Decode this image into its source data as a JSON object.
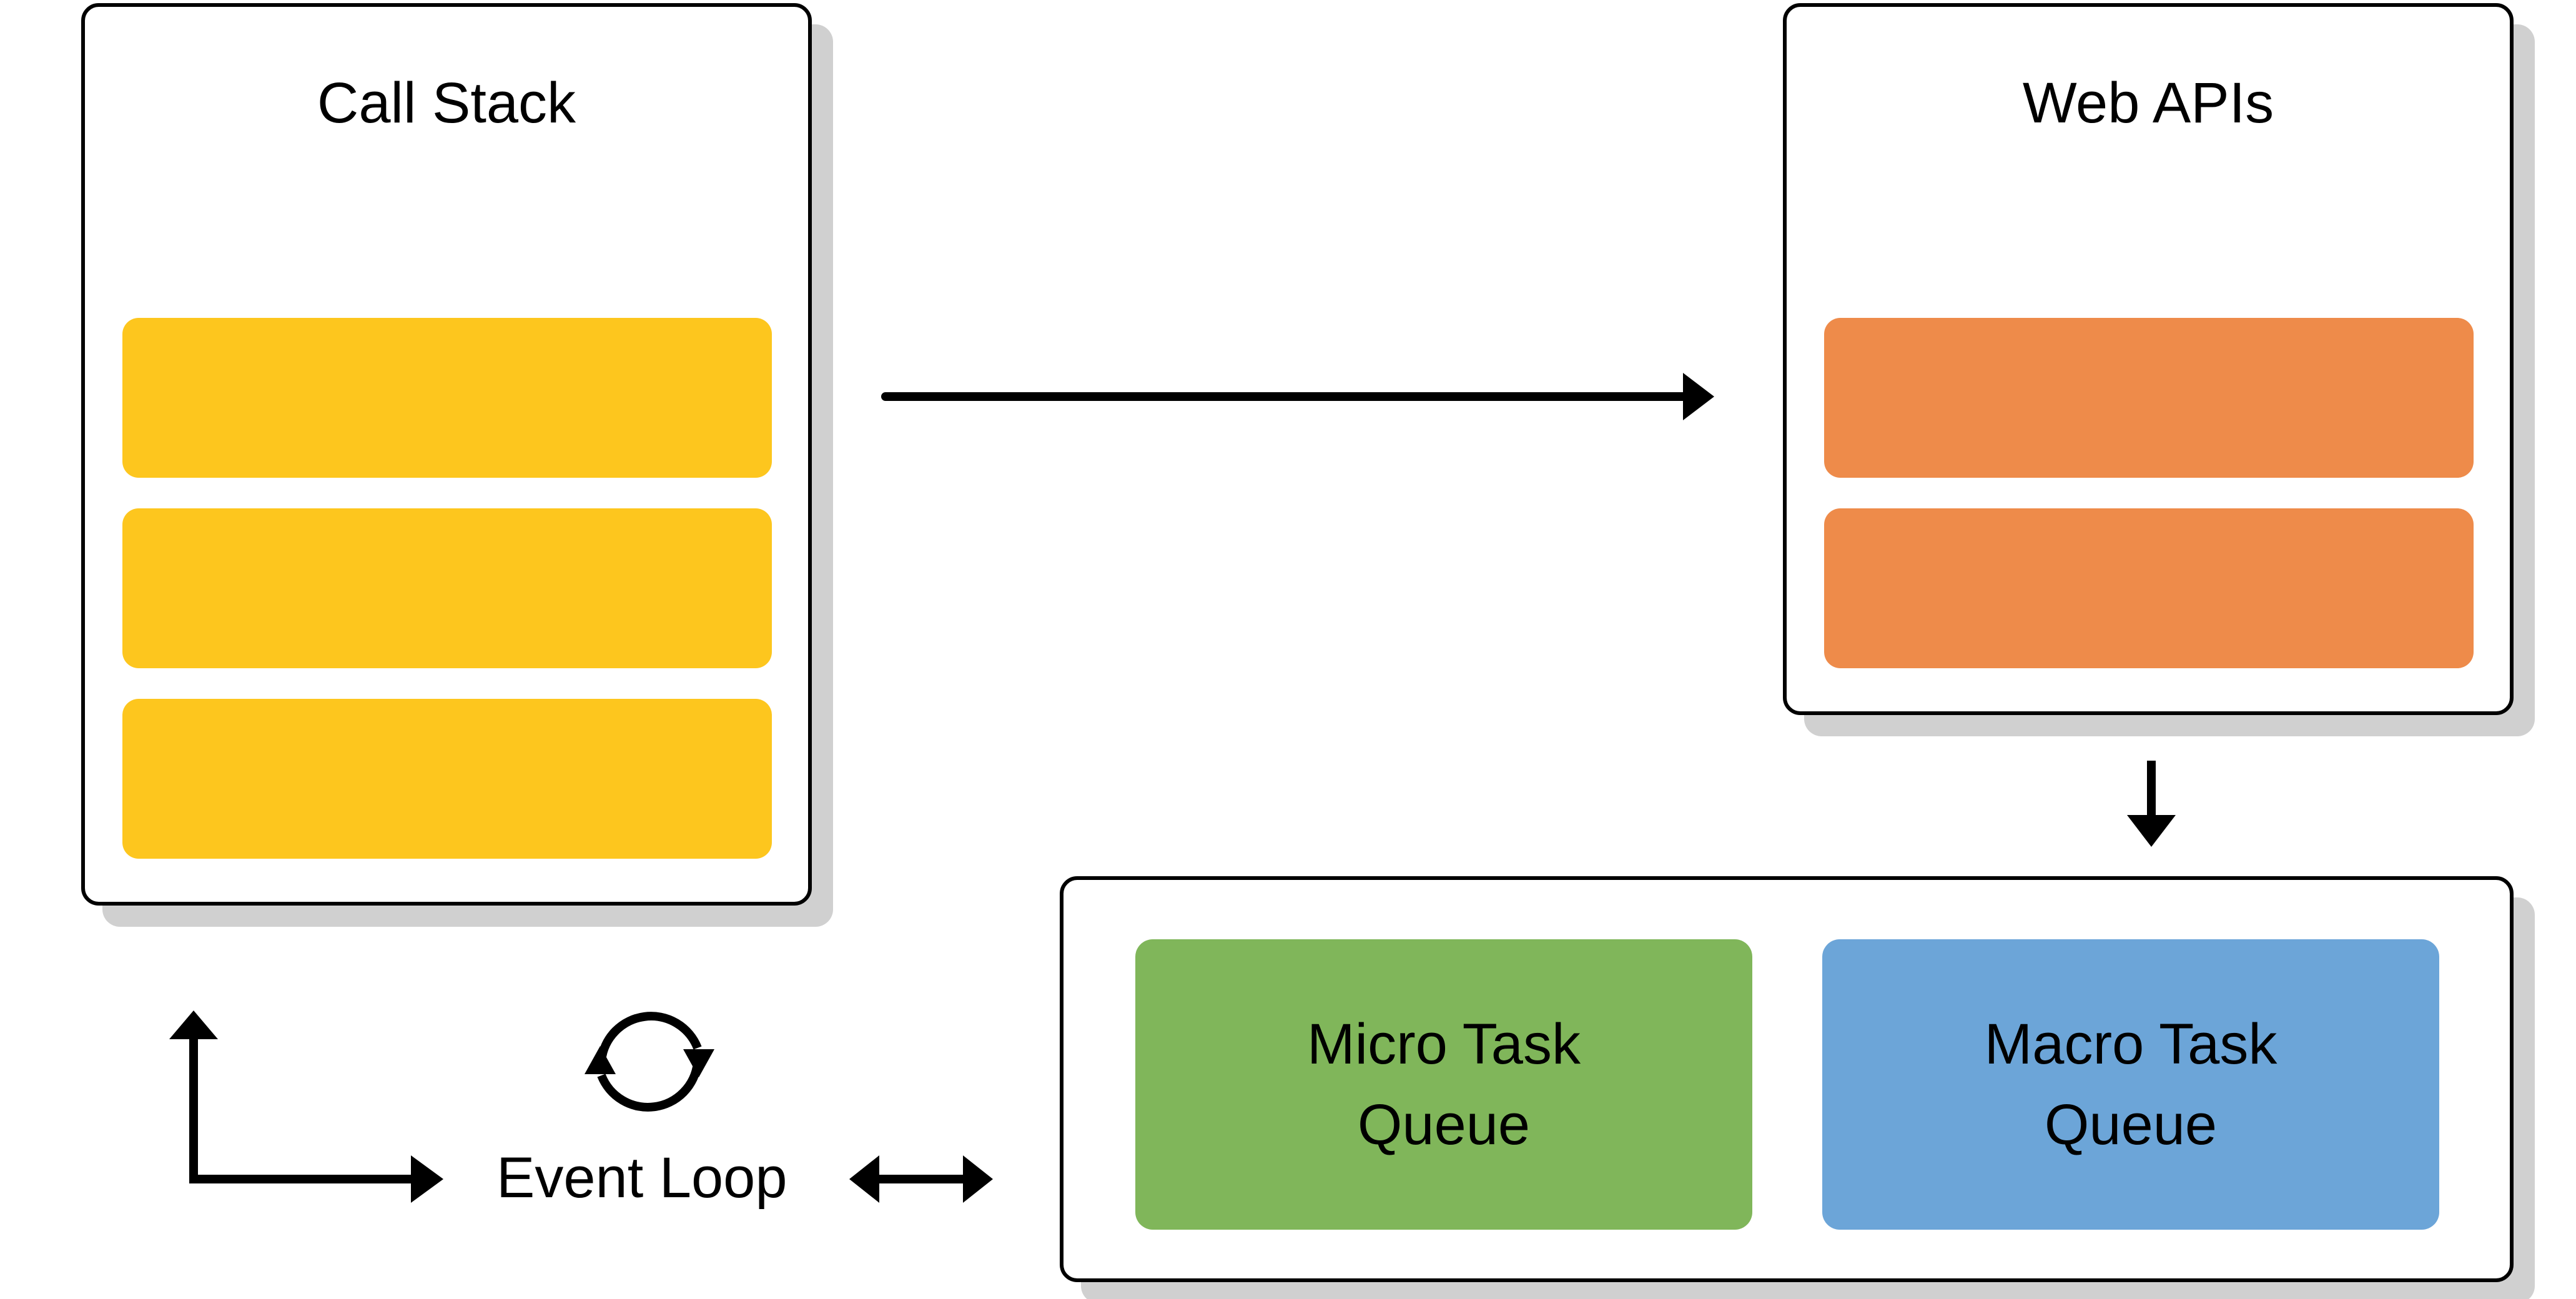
{
  "call_stack": {
    "title": "Call Stack",
    "frame_color": "#FDC61E",
    "frame_count": 3
  },
  "web_apis": {
    "title": "Web APIs",
    "item_color": "#EE8B4A",
    "item_count": 2
  },
  "task_queues": {
    "micro": {
      "label": "Micro Task\nQueue",
      "color": "#80B65A"
    },
    "macro": {
      "label": "Macro Task\nQueue",
      "color": "#6CA5D8"
    }
  },
  "event_loop": {
    "label": "Event Loop",
    "icon": "refresh-cycle-icon"
  },
  "colors": {
    "outline": "#000000",
    "shadow": "#D0D0D0",
    "background": "#FFFFFF"
  }
}
